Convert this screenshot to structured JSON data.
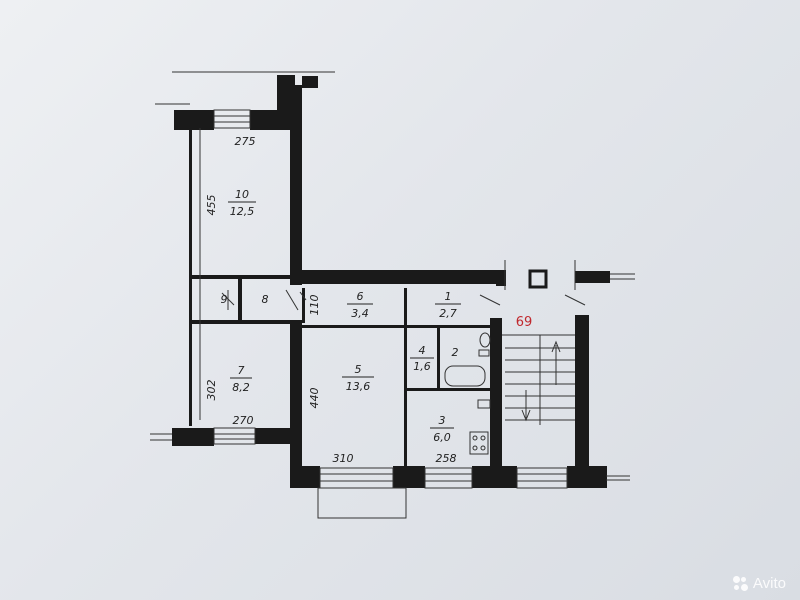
{
  "rooms": [
    {
      "id": "10",
      "area": "12,5"
    },
    {
      "id": "9",
      "area": ""
    },
    {
      "id": "8",
      "area": ""
    },
    {
      "id": "7",
      "area": "8,2"
    },
    {
      "id": "6",
      "area": "3,4"
    },
    {
      "id": "5",
      "area": "13,6"
    },
    {
      "id": "1",
      "area": "2,7"
    },
    {
      "id": "4",
      "area": "1,6"
    },
    {
      "id": "2",
      "area": ""
    },
    {
      "id": "3",
      "area": "6,0"
    }
  ],
  "dimensions": {
    "d275": "275",
    "d455": "455",
    "d110": "110",
    "d302": "302",
    "d270": "270",
    "d440": "440",
    "d310": "310",
    "d258": "258"
  },
  "apartment_number": "69",
  "watermark": {
    "text": "Avito",
    "icon": "avito-logo-icon"
  },
  "colors": {
    "wall": "#1a1a1a",
    "line": "#333333",
    "apartment_number": "#c0282d"
  }
}
